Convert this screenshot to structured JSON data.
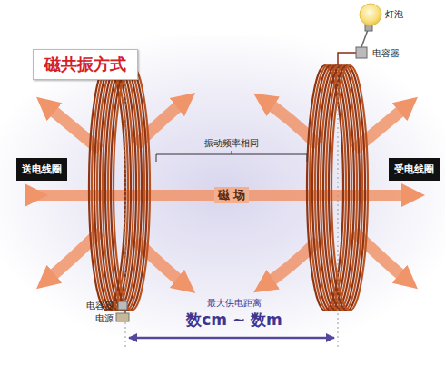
{
  "diagram": {
    "title": "磁共振方式",
    "nodes": [
      {
        "text": [
          "送电线圈"
        ]
      },
      {
        "text": [
          "受电线圈"
        ]
      }
    ],
    "labels": [
      "灯泡",
      "电容器",
      "振动频率相同",
      "磁 场",
      "电容器",
      "电源",
      "最大供电距离",
      "数cm ~ 数m"
    ]
  }
}
